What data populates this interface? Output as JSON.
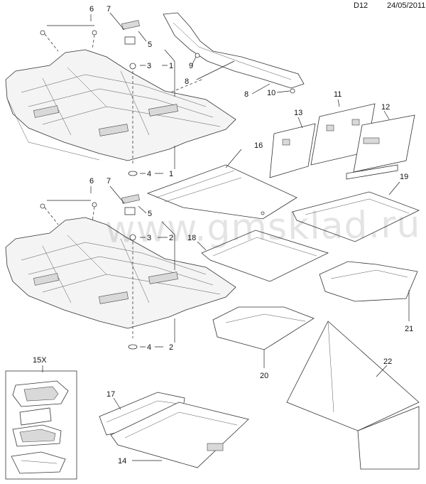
{
  "header": {
    "diagram_code": "D12",
    "date": "24/05/2011"
  },
  "watermark": "www.gmsklad.ru",
  "callouts": {
    "c6a": "6",
    "c7a": "7",
    "c5a": "5",
    "c3a": "3",
    "c1a": "1",
    "c9": "9",
    "c8a": "8",
    "c8b": "8",
    "c10": "10",
    "c4a": "4",
    "c1b": "1",
    "c13": "13",
    "c11": "11",
    "c12": "12",
    "c16": "16",
    "c6b": "6",
    "c7b": "7",
    "c5b": "5",
    "c3b": "3",
    "c2a": "2",
    "c18": "18",
    "c19": "19",
    "c4b": "4",
    "c2b": "2",
    "c21": "21",
    "c20": "20",
    "c15x": "15X",
    "c22": "22",
    "c17": "17",
    "c14": "14"
  }
}
